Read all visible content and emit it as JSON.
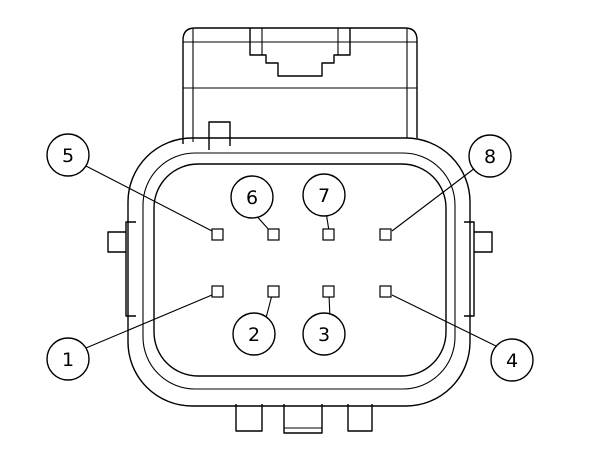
{
  "diagram": {
    "pins": [
      {
        "label": "1"
      },
      {
        "label": "2"
      },
      {
        "label": "3"
      },
      {
        "label": "4"
      },
      {
        "label": "5"
      },
      {
        "label": "6"
      },
      {
        "label": "7"
      },
      {
        "label": "8"
      }
    ]
  }
}
